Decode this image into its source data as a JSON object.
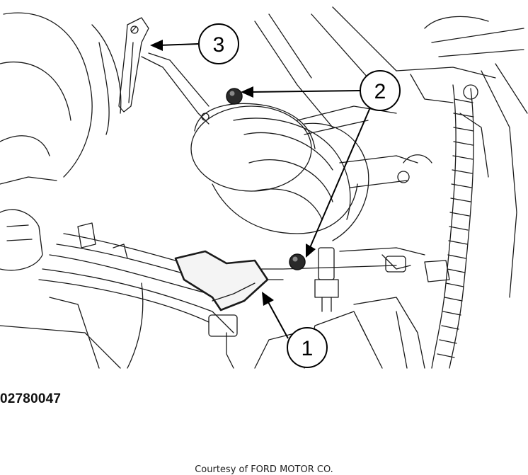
{
  "figure": {
    "callouts": [
      {
        "id": "callout-1",
        "label": "1"
      },
      {
        "id": "callout-2",
        "label": "2"
      },
      {
        "id": "callout-3",
        "label": "3"
      }
    ],
    "code": "02780047",
    "credit": "Courtesy of FORD MOTOR CO."
  }
}
